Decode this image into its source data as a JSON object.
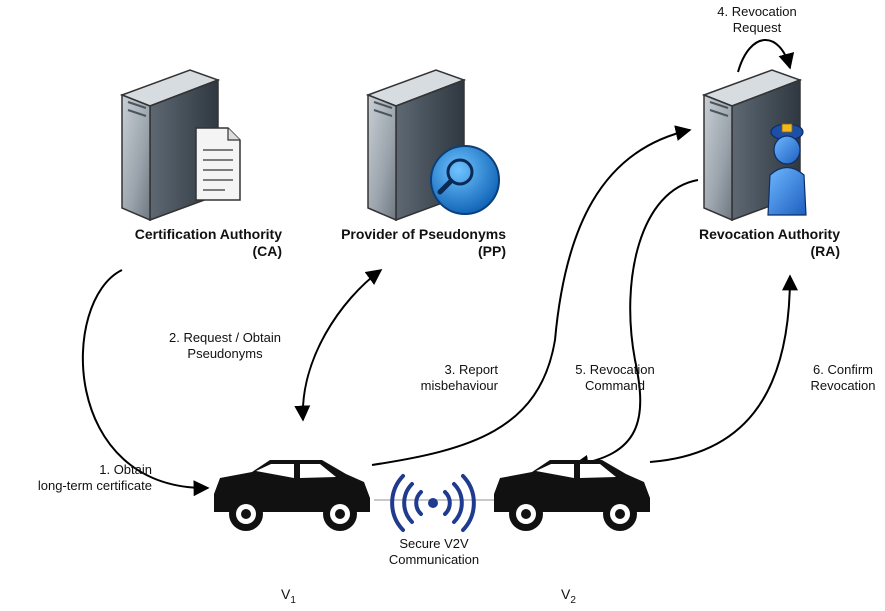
{
  "entities": {
    "ca": {
      "name": "Certification Authority",
      "abbr": "(CA)",
      "badge_icon": "document-icon"
    },
    "pp": {
      "name": "Provider of Pseudonyms",
      "abbr": "(PP)",
      "badge_icon": "magnifier-icon"
    },
    "ra": {
      "name": "Revocation Authority",
      "abbr": "(RA)",
      "badge_icon": "police-officer-icon"
    }
  },
  "steps": {
    "s1": {
      "line1": "1. Obtain",
      "line2": "long-term certificate"
    },
    "s2": {
      "line1": "2. Request / Obtain",
      "line2": "Pseudonyms"
    },
    "s3": {
      "line1": "3. Report",
      "line2": "misbehaviour"
    },
    "s4": {
      "line1": "4. Revocation",
      "line2": "Request"
    },
    "s5": {
      "line1": "5. Revocation",
      "line2": "Command"
    },
    "s6": {
      "line1": "6. Confirm",
      "line2": "Revocation"
    }
  },
  "v2v": {
    "line1": "Secure V2V",
    "line2": "Communication",
    "icon": "wireless-signal-icon"
  },
  "vehicles": {
    "v1": {
      "letter": "V",
      "sub": "1"
    },
    "v2": {
      "letter": "V",
      "sub": "2"
    }
  },
  "colors": {
    "server_body": "#9aa3ab",
    "server_dark": "#4a5560",
    "signal": "#1f3b8f",
    "car": "#111111",
    "arrow": "#000000"
  }
}
